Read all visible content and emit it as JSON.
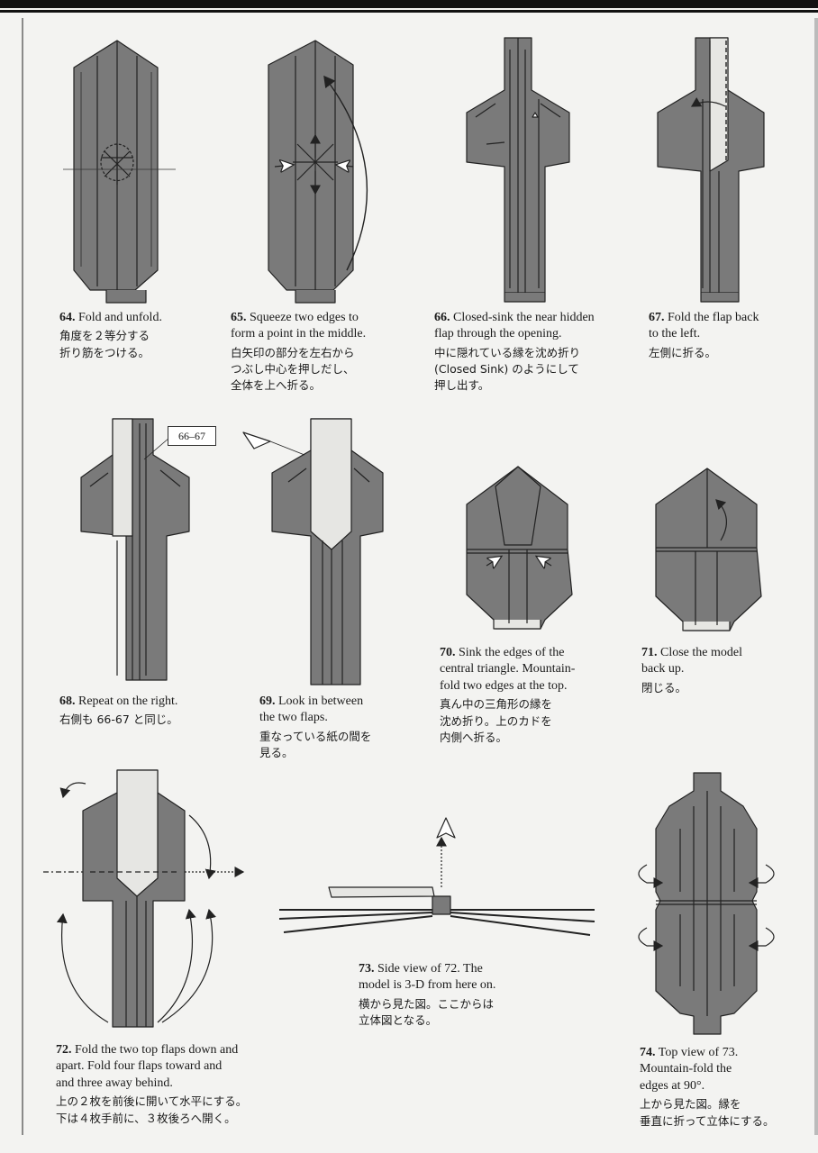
{
  "steps": [
    {
      "number": "64.",
      "en": "Fold and unfold.",
      "ja": "角度を２等分する\n折り筋をつける。"
    },
    {
      "number": "65.",
      "en": "Squeeze two edges to\nform a point in the middle.",
      "ja": "白矢印の部分を左右から\nつぶし中心を押しだし、\n全体を上へ折る。"
    },
    {
      "number": "66.",
      "en": "Closed-sink the near hidden\nflap through the opening.",
      "ja": "中に隠れている縁を沈め折り\n(Closed Sink) のようにして\n押し出す。"
    },
    {
      "number": "67.",
      "en": "Fold the flap back\nto the left.",
      "ja": "左側に折る。"
    },
    {
      "number": "68.",
      "en": "Repeat on the right.",
      "ja": "右側も 66-67 と同じ。"
    },
    {
      "number": "69.",
      "en": "Look in between\nthe two flaps.",
      "ja": "重なっている紙の間を\n見る。"
    },
    {
      "number": "70.",
      "en": "Sink the edges of the\ncentral triangle. Mountain-\nfold two edges at the top.",
      "ja": "真ん中の三角形の縁を\n沈め折り。上のカドを\n内側へ折る。"
    },
    {
      "number": "71.",
      "en": "Close the model\nback up.",
      "ja": "閉じる。"
    },
    {
      "number": "72.",
      "en": "Fold the two top flaps down and\napart. Fold four flaps toward and\nand three away behind.",
      "ja": "上の２枚を前後に開いて水平にする。\n下は４枚手前に、３枚後ろへ開く。"
    },
    {
      "number": "73.",
      "en": "Side view of 72. The\nmodel is 3-D from here on.",
      "ja": "横から見た図。ここからは\n立体図となる。"
    },
    {
      "number": "74.",
      "en": "Top view of 73.\nMountain-fold the\nedges at 90°.",
      "ja": "上から見た図。縁を\n垂直に折って立体にする。"
    }
  ],
  "ref_label": "66–67",
  "colors": {
    "paper": "#7a7a7a",
    "paper_dark": "#5c5c5c",
    "white_side": "#e6e6e3",
    "line": "#222222"
  }
}
